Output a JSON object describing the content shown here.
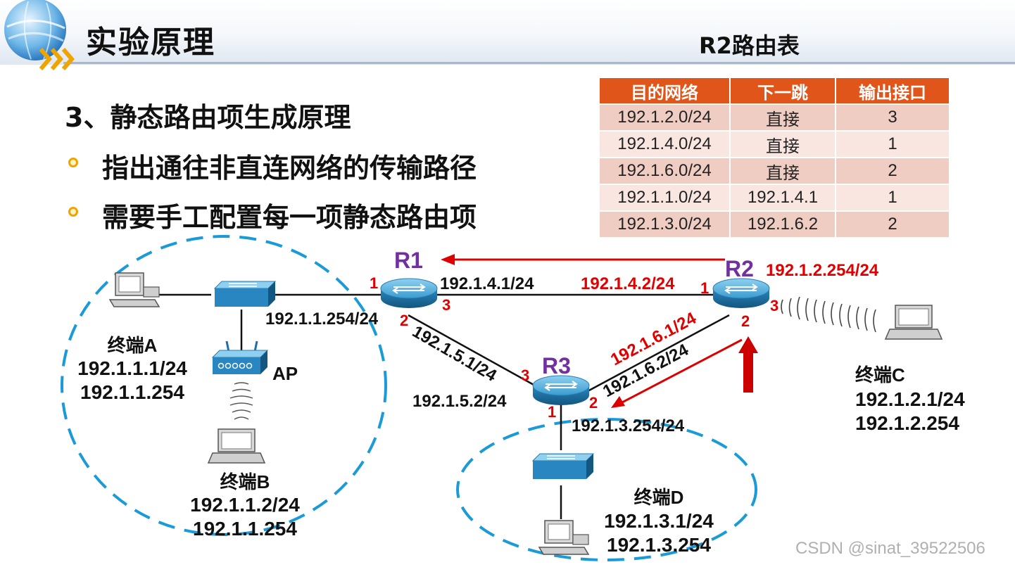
{
  "slide_title": "实验原理",
  "table_title": "R2路由表",
  "heading": "3、静态路由项生成原理",
  "bullets": [
    "指出通往非直连网络的传输路径",
    "需要手工配置每一项静态路由项"
  ],
  "route_table": {
    "headers": [
      "目的网络",
      "下一跳",
      "输出接口"
    ],
    "rows": [
      [
        "192.1.2.0/24",
        "直接",
        "3"
      ],
      [
        "192.1.4.0/24",
        "直接",
        "1"
      ],
      [
        "192.1.6.0/24",
        "直接",
        "2"
      ],
      [
        "192.1.1.0/24",
        "192.1.4.1",
        "1"
      ],
      [
        "192.1.3.0/24",
        "192.1.6.2",
        "2"
      ]
    ]
  },
  "routers": {
    "r1": "R1",
    "r2": "R2",
    "r3": "R3"
  },
  "ports": {
    "r1_p1": "1",
    "r1_p2": "2",
    "r1_p3": "3",
    "r2_p1": "1",
    "r2_p2": "2",
    "r2_p3": "3",
    "r3_p1": "1",
    "r3_p2": "2",
    "r3_p3": "3"
  },
  "addresses": {
    "r1_if3": "192.1.4.1/24",
    "r2_if1": "192.1.4.2/24",
    "r2_if3": "192.1.2.254/24",
    "r1_if1": "192.1.1.254/24",
    "r1_if2": "192.1.5.1/24",
    "r3_if3": "192.1.5.2/24",
    "r2_if2": "192.1.6.1/24",
    "r3_if2": "192.1.6.2/24",
    "r3_if1": "192.1.3.254/24"
  },
  "terminals": {
    "a": {
      "name": "终端A",
      "ip": "192.1.1.1/24",
      "gateway": "192.1.1.254"
    },
    "b": {
      "name": "终端B",
      "ip": "192.1.1.2/24",
      "gateway": "192.1.1.254"
    },
    "c": {
      "name": "终端C",
      "ip": "192.1.2.1/24",
      "gateway": "192.1.2.254"
    },
    "d": {
      "name": "终端D",
      "ip": "192.1.3.1/24",
      "gateway": "192.1.3.254"
    }
  },
  "ap_label": "AP",
  "watermark": "CSDN @sinat_39522506",
  "colors": {
    "table_header": "#e0561a",
    "row_odd": "#f0cdc3",
    "row_even": "#f9e6e1",
    "router_label": "#7030a0",
    "port_label": "#e00000",
    "highlight": "#cc0000",
    "dashed_circle": "#1a9ad6",
    "bullet": "#f0a400"
  },
  "icons": [
    "globe-logo-icon",
    "chevron-arrows-icon",
    "router-icon",
    "switch-icon",
    "desktop-pc-icon",
    "laptop-icon",
    "wireless-ap-icon",
    "wireless-waves-icon"
  ]
}
